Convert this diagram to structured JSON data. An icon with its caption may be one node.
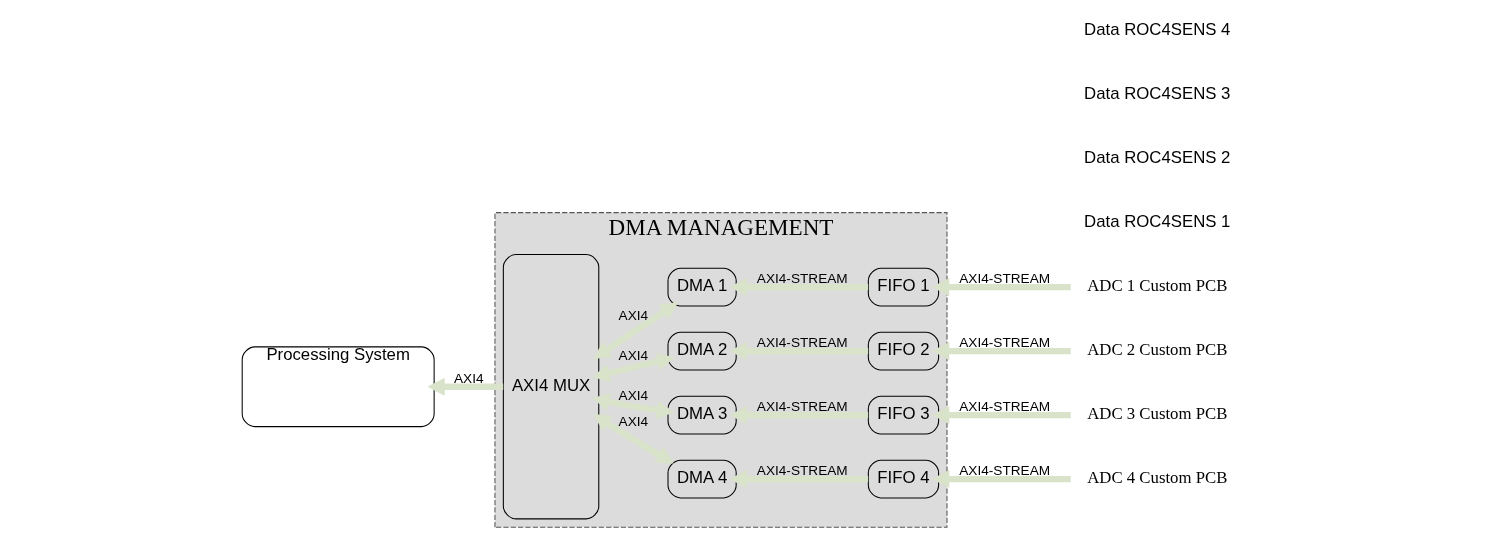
{
  "diagram": {
    "nodes": [
      {
        "text": [
          "DMA MANAGEMENT"
        ]
      },
      {
        "text": [
          "Processing System"
        ]
      },
      {
        "text": [
          "AXI4 MUX"
        ],
        "in": 0
      },
      {
        "text": [
          "DMA 1"
        ],
        "in": 0
      },
      {
        "text": [
          "DMA 2"
        ],
        "in": 0
      },
      {
        "text": [
          "DMA 3"
        ],
        "in": 0
      },
      {
        "text": [
          "DMA 4"
        ],
        "in": 0
      },
      {
        "text": [
          "FIFO 1"
        ],
        "in": 0
      },
      {
        "text": [
          "FIFO 2"
        ],
        "in": 0
      },
      {
        "text": [
          "FIFO 3"
        ],
        "in": 0
      },
      {
        "text": [
          "FIFO 4"
        ],
        "in": 0
      },
      {
        "text": [
          "ADC 1 Custom PCB"
        ]
      },
      {
        "text": [
          "ADC 2 Custom PCB"
        ]
      },
      {
        "text": [
          "ADC 3 Custom PCB"
        ]
      },
      {
        "text": [
          "ADC 4 Custom PCB"
        ]
      }
    ],
    "edges": [
      {
        "from": 2,
        "to": 1,
        "arrow": "to",
        "label": "AXI4"
      },
      {
        "from": 3,
        "to": 2,
        "arrow": "both",
        "label": "AXI4"
      },
      {
        "from": 4,
        "to": 2,
        "arrow": "both",
        "label": "AXI4"
      },
      {
        "from": 5,
        "to": 2,
        "arrow": "both",
        "label": "AXI4"
      },
      {
        "from": 6,
        "to": 2,
        "arrow": "both",
        "label": "AXI4"
      },
      {
        "from": 7,
        "to": 3,
        "arrow": "to",
        "label": "AXI4-STREAM"
      },
      {
        "from": 8,
        "to": 4,
        "arrow": "to",
        "label": "AXI4-STREAM"
      },
      {
        "from": 9,
        "to": 5,
        "arrow": "to",
        "label": "AXI4-STREAM"
      },
      {
        "from": 10,
        "to": 6,
        "arrow": "to",
        "label": "AXI4-STREAM"
      },
      {
        "from": 11,
        "to": 7,
        "arrow": "to",
        "label": "AXI4-STREAM"
      },
      {
        "from": 12,
        "to": 8,
        "arrow": "to",
        "label": "AXI4-STREAM"
      },
      {
        "from": 13,
        "to": 9,
        "arrow": "to",
        "label": "AXI4-STREAM"
      },
      {
        "from": 14,
        "to": 10,
        "arrow": "to",
        "label": "AXI4-STREAM"
      }
    ],
    "labels": [
      "Data ROC4SENS 1",
      "Data ROC4SENS 2",
      "Data ROC4SENS 3",
      "Data ROC4SENS 4"
    ]
  }
}
